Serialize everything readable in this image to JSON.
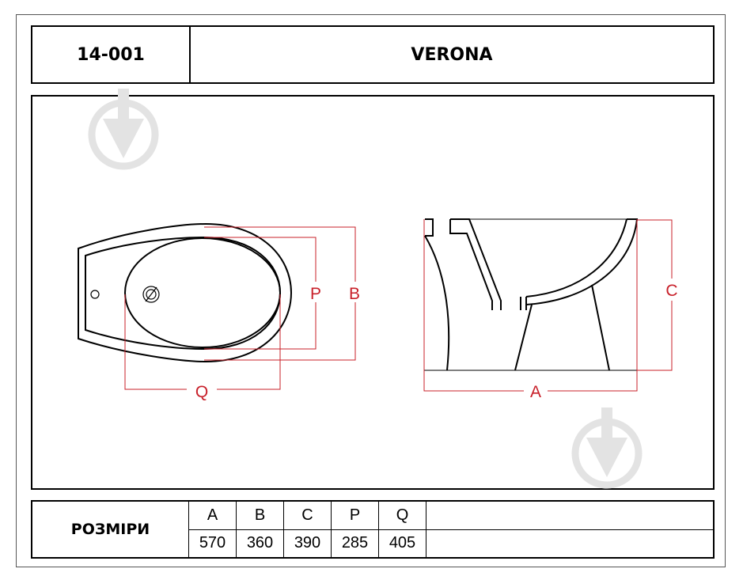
{
  "header": {
    "code": "14-001",
    "name": "VERONA"
  },
  "dimensions": {
    "label": "РОЗМІРИ",
    "columns": [
      {
        "key": "A",
        "value": "570"
      },
      {
        "key": "B",
        "value": "360"
      },
      {
        "key": "C",
        "value": "390"
      },
      {
        "key": "P",
        "value": "285"
      },
      {
        "key": "Q",
        "value": "405"
      }
    ]
  },
  "drawing": {
    "labels": {
      "p": "P",
      "b": "B",
      "q": "Q",
      "a": "A",
      "c": "C"
    },
    "colors": {
      "outline": "#000000",
      "dimension": "#c8202a",
      "watermark": "#e3e3e3"
    },
    "icons": [
      "drain-icon",
      "watermark-logo-icon"
    ]
  }
}
